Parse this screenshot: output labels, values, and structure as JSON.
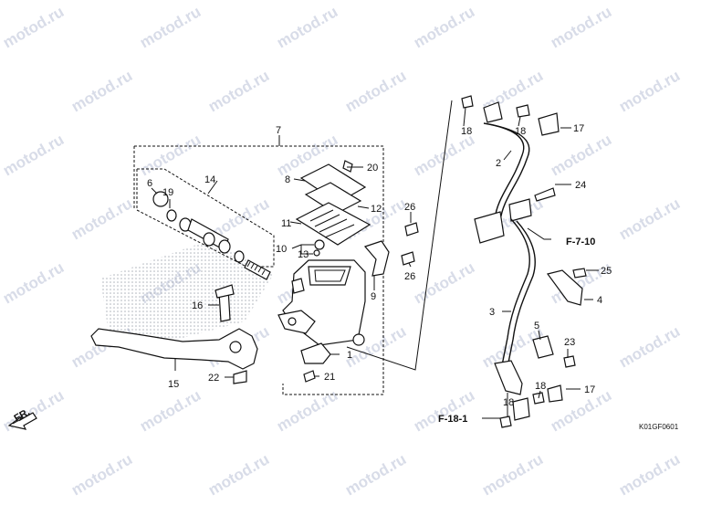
{
  "watermark": "motod.ru",
  "diagram_code": "K01GF0601",
  "front_label": "FR.",
  "refs": {
    "f710": "F-7-10",
    "f181": "F-18-1"
  },
  "callouts": {
    "c1": "1",
    "c2": "2",
    "c3": "3",
    "c4": "4",
    "c5": "5",
    "c6": "6",
    "c7": "7",
    "c8": "8",
    "c9": "9",
    "c10": "10",
    "c11": "11",
    "c12": "12",
    "c13": "13",
    "c14": "14",
    "c15": "15",
    "c16": "16",
    "c17a": "17",
    "c17b": "17",
    "c18a": "18",
    "c18b": "18",
    "c18c": "18",
    "c19": "19",
    "c20": "20",
    "c21": "21",
    "c22": "22",
    "c23": "23",
    "c24": "24",
    "c25": "25",
    "c26a": "26",
    "c26b": "26"
  }
}
